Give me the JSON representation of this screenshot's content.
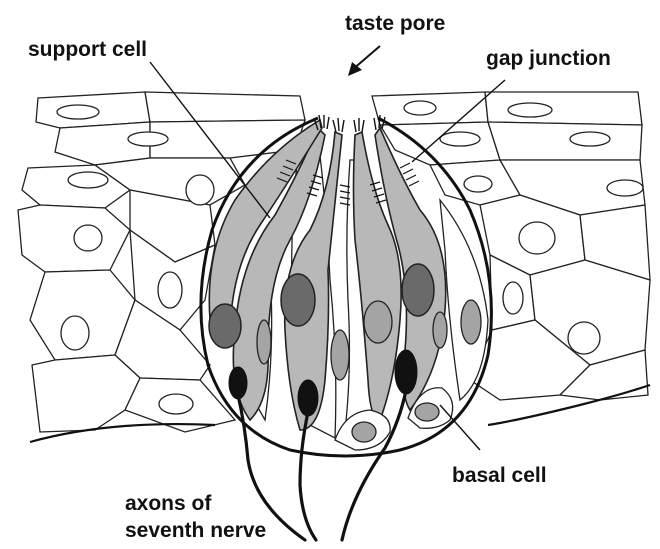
{
  "labels": {
    "taste_pore": "taste pore",
    "support_cell": "support cell",
    "gap_junction": "gap junction",
    "basal_cell": "basal cell",
    "axons_line1": "axons of",
    "axons_line2": "seventh nerve"
  },
  "colors": {
    "taste_cell_fill": "#b8b8b8",
    "dark_nucleus": "#6a6a6a",
    "outline": "#111111"
  }
}
